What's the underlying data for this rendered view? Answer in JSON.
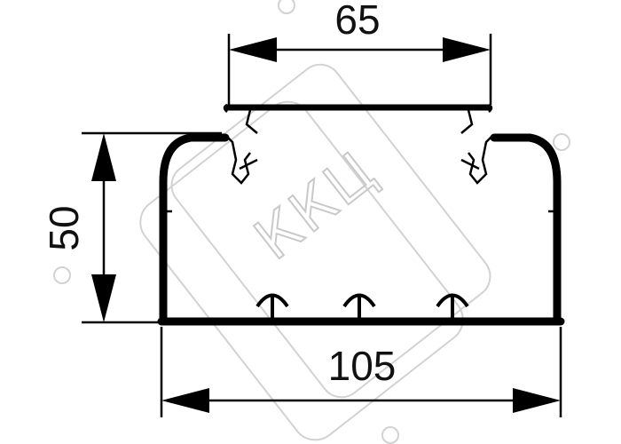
{
  "dimensions": {
    "top_width": "65",
    "height": "50",
    "bottom_width": "105"
  },
  "watermark": {
    "text": "ККЦ"
  },
  "colors": {
    "line": "#000000",
    "watermark": "#c9c9c9",
    "background": "#ffffff"
  }
}
